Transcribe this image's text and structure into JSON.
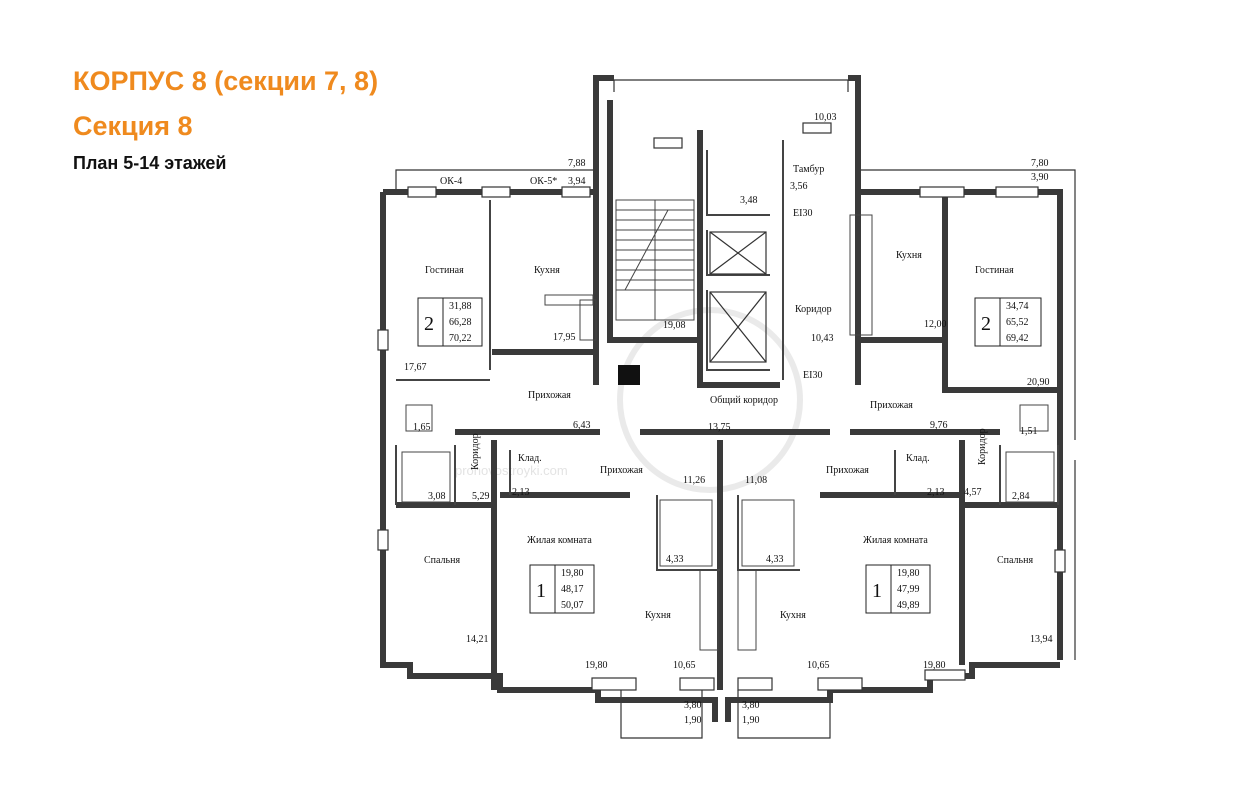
{
  "header": {
    "title": "КОРПУС 8 (секции 7, 8)",
    "subtitle": "Секция 8",
    "caption": "План 5-14 этажей"
  },
  "colors": {
    "accent": "#ef8a1e",
    "ink": "#111111",
    "wall": "#3a3a3a"
  },
  "watermark": "pronovostroyki.com",
  "plan": {
    "top_dims": {
      "left_balcony_a": "7,88",
      "left_balcony_b": "3,94",
      "stair_balcony": "10,03",
      "right_balcony_a": "7,80",
      "right_balcony_b": "3,90"
    },
    "window_marks": {
      "ok4": "ОК-4",
      "ok5": "ОК-5*"
    },
    "core": {
      "tambur": "Тамбур",
      "tambur_area": "3,56",
      "small_room_area": "3,48",
      "door_ei_top": "EI30",
      "door_ei_bottom": "EI30",
      "stair_area": "19,08",
      "corridor": "Коридор",
      "corridor_area": "10,43",
      "common_corridor": "Общий коридор",
      "common_corridor_area": "13,75"
    },
    "apt_left_2": {
      "rooms": "2",
      "living": "31,88",
      "total": "66,28",
      "total_bal": "70,22",
      "gostinaya": "Гостиная",
      "kuhnya": "Кухня",
      "kitchen_area": "17,95",
      "living_area": "17,67",
      "bath_area": "1,65",
      "prihozhaya": "Прихожая",
      "hall_area": "6,43",
      "koridor": "Коридор",
      "bath2_area": "3,08",
      "corr_area": "5,29",
      "spalnya": "Спальня",
      "bedroom_area": "14,21"
    },
    "apt_right_2": {
      "rooms": "2",
      "living": "34,74",
      "total": "65,52",
      "total_bal": "69,42",
      "gostinaya": "Гостиная",
      "kuhnya": "Кухня",
      "kitchen_area": "12,00",
      "living_area": "20,90",
      "bath_area": "1,51",
      "prihozhaya": "Прихожая",
      "hall_area": "9,76",
      "koridor": "Коридор",
      "bath2_area": "2,84",
      "corr_area": "4,57",
      "spalnya": "Спальня",
      "bedroom_area": "13,94"
    },
    "apt_left_1": {
      "rooms": "1",
      "living": "19,80",
      "total": "48,17",
      "total_bal": "50,07",
      "klad": "Клад.",
      "klad_area": "2,13",
      "prihozhaya": "Прихожая",
      "hall_area": "11,26",
      "zhilaya": "Жилая комната",
      "room_area": "19,80",
      "bath_area": "4,33",
      "kuhnya": "Кухня",
      "kitchen_area": "10,65",
      "bal_a": "3,80",
      "bal_b": "1,90"
    },
    "apt_right_1": {
      "rooms": "1",
      "living": "19,80",
      "total": "47,99",
      "total_bal": "49,89",
      "klad": "Клад.",
      "klad_area": "2,13",
      "prihozhaya": "Прихожая",
      "hall_area": "11,08",
      "zhilaya": "Жилая комната",
      "room_area": "19,80",
      "bath_area": "4,33",
      "kuhnya": "Кухня",
      "kitchen_area": "10,65",
      "bal_a": "3,80",
      "bal_b": "1,90"
    }
  }
}
